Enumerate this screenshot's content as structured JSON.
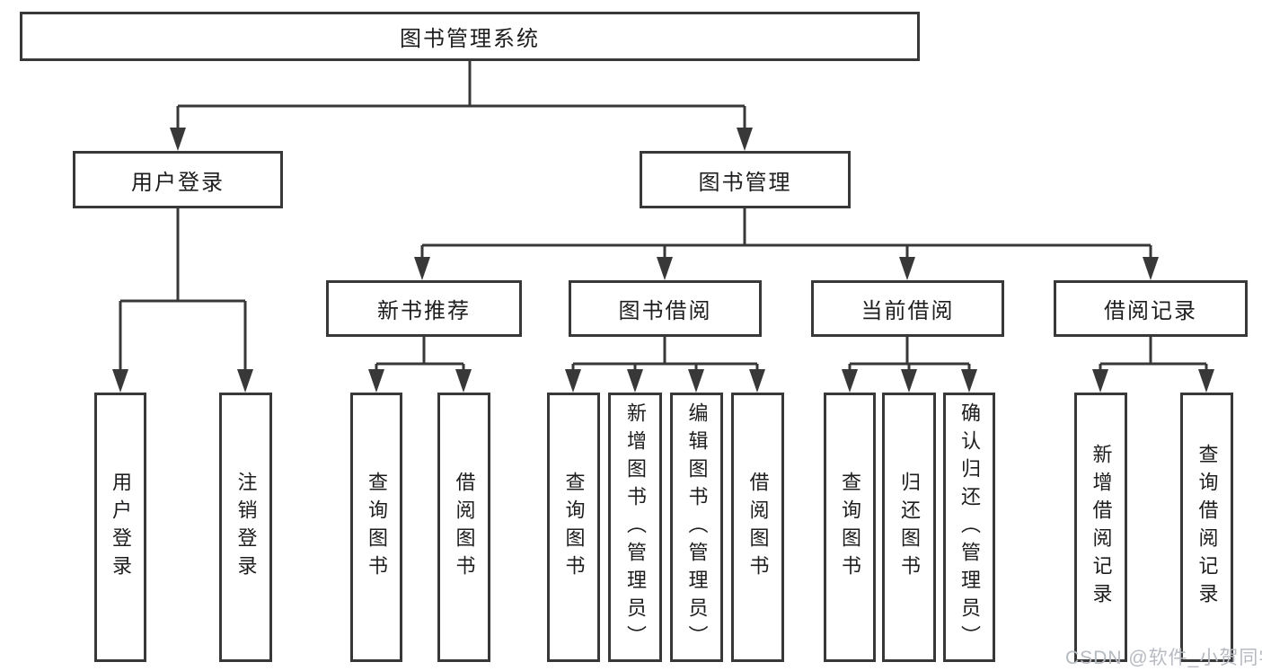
{
  "diagram_title": "图书管理系统",
  "nodes": {
    "root": {
      "label": "图书管理系统"
    },
    "user_login": {
      "label": "用户登录"
    },
    "book_mgmt": {
      "label": "图书管理"
    },
    "new_book_rec": {
      "label": "新书推荐"
    },
    "book_borrow": {
      "label": "图书借阅"
    },
    "current_borrow": {
      "label": "当前借阅"
    },
    "borrow_record": {
      "label": "借阅记录"
    },
    "leaf_user_login": {
      "label": "用户登录"
    },
    "leaf_logout": {
      "label": "注销登录"
    },
    "leaf_query_books_a": {
      "label": "查询图书"
    },
    "leaf_borrow_books_a": {
      "label": "借阅图书"
    },
    "leaf_query_books_b": {
      "label": "查询图书"
    },
    "leaf_add_book": {
      "label": "新增图书（管理员）"
    },
    "leaf_edit_book": {
      "label": "编辑图书（管理员）"
    },
    "leaf_borrow_books_b": {
      "label": "借阅图书"
    },
    "leaf_query_books_c": {
      "label": "查询图书"
    },
    "leaf_return_book": {
      "label": "归还图书"
    },
    "leaf_confirm_return": {
      "label": "确认归还（管理员）"
    },
    "leaf_add_record": {
      "label": "新增借阅记录"
    },
    "leaf_query_record": {
      "label": "查询借阅记录"
    }
  },
  "tree": {
    "图书管理系统": {
      "用户登录": [
        "用户登录",
        "注销登录"
      ],
      "图书管理": {
        "新书推荐": [
          "查询图书",
          "借阅图书"
        ],
        "图书借阅": [
          "查询图书",
          "新增图书（管理员）",
          "编辑图书（管理员）",
          "借阅图书"
        ],
        "当前借阅": [
          "查询图书",
          "归还图书",
          "确认归还（管理员）"
        ],
        "借阅记录": [
          "新增借阅记录",
          "查询借阅记录"
        ]
      }
    }
  },
  "watermark": {
    "text": "CSDN @软件_小贺同学"
  },
  "colors": {
    "line": "#383838",
    "box_border": "#383838",
    "text": "#1d1d1f",
    "watermark": "#b6bac1",
    "background": "#ffffff"
  }
}
